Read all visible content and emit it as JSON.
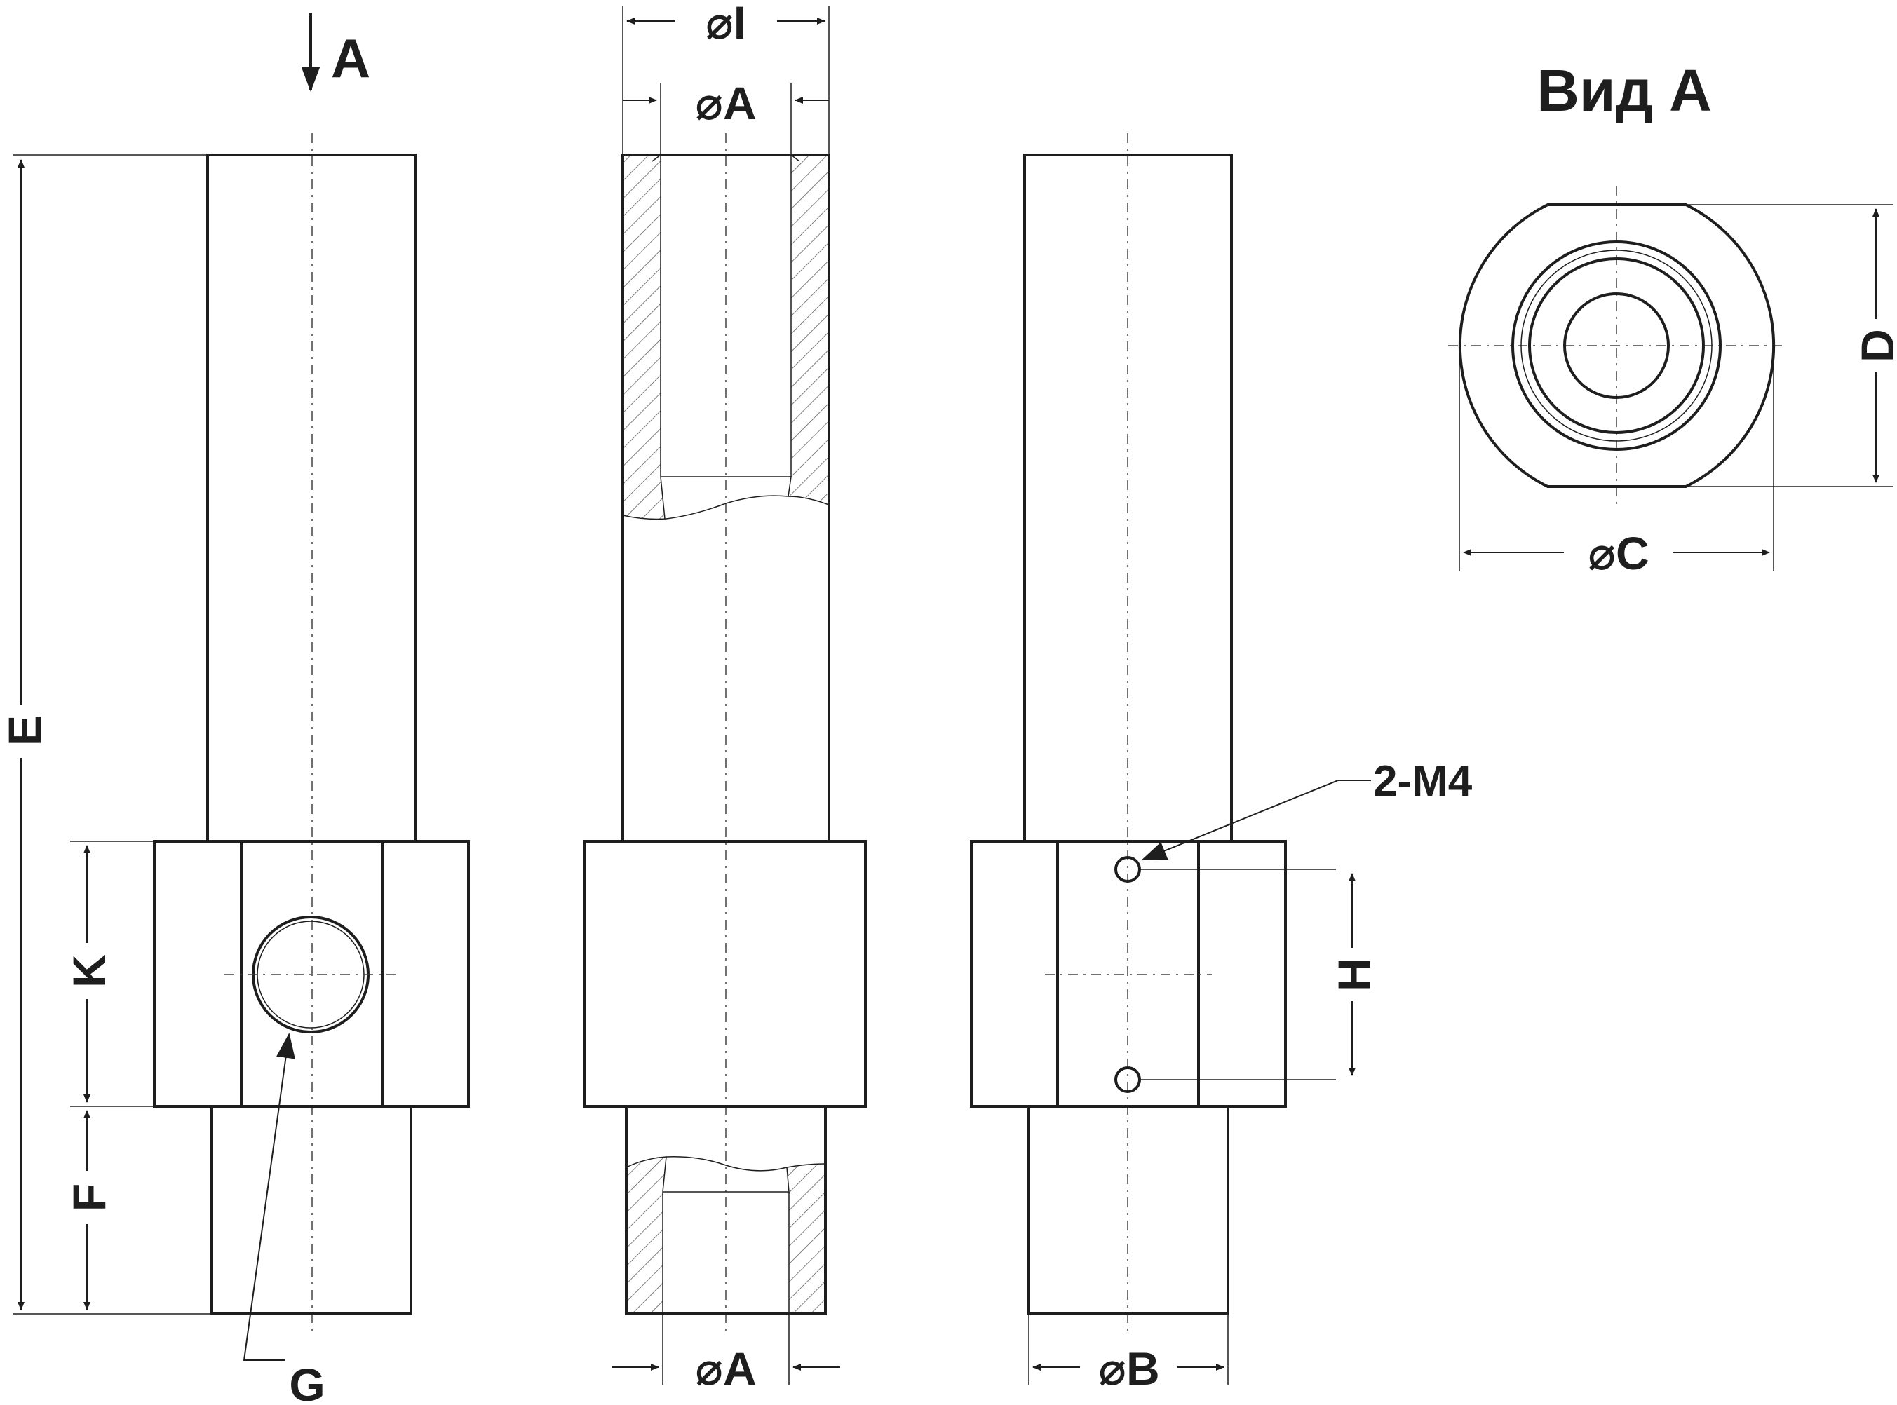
{
  "diagram": {
    "title": "Вид A",
    "view_arrow_label": "A",
    "labels": {
      "dia_i": "I",
      "dia_a_top": "A",
      "dia_a_bottom": "A",
      "dia_b": "B",
      "dia_c": "C",
      "dim_d": "D",
      "dim_e": "E",
      "dim_k": "K",
      "dim_f": "F",
      "dim_g": "G",
      "dim_h": "H",
      "threaded_holes": "2-M4"
    },
    "symbols": {
      "diameter": "⌀"
    }
  }
}
